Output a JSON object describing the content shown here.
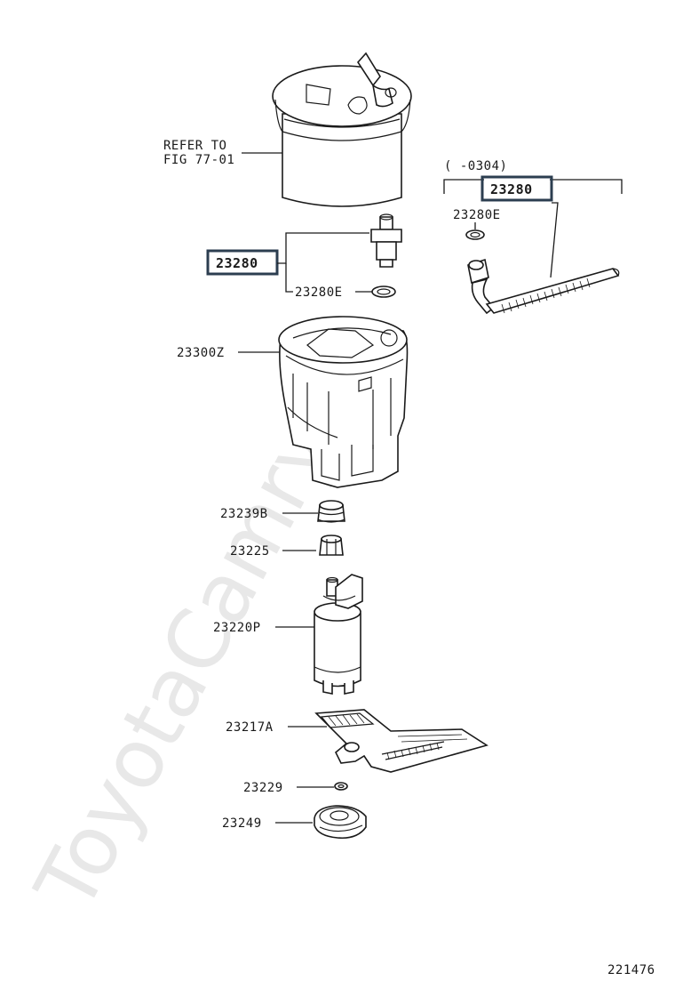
{
  "watermark": "ToyotaCamry.ru",
  "figure_number": "221476",
  "callouts": {
    "refer": [
      "REFER TO",
      "FIG 77-01"
    ],
    "range": "(      -0304)",
    "p23280_right": "23280",
    "p23280E_right": "23280E",
    "p23280_left": "23280",
    "p23280E_left": "23280E",
    "p23300Z": "23300Z",
    "p23239B": "23239B",
    "p23225": "23225",
    "p23220P": "23220P",
    "p23217A": "23217A",
    "p23229": "23229",
    "p23249": "23249"
  },
  "colors": {
    "highlight": "#2c3e50",
    "line": "#1a1a1a",
    "watermark": "#e8e8e8"
  }
}
